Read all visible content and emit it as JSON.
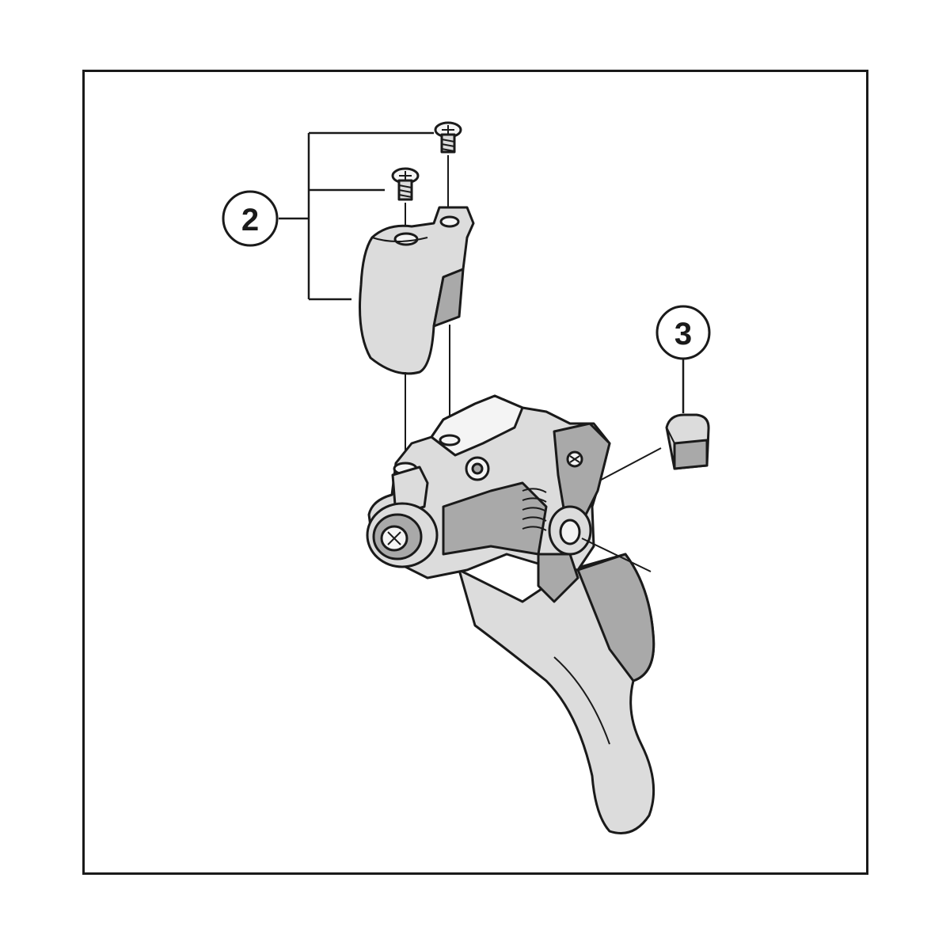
{
  "callouts": [
    {
      "id": "2",
      "label": "2"
    },
    {
      "id": "3",
      "label": "3"
    }
  ],
  "colors": {
    "line": "#1a1a1a",
    "part_fill": "#dcdcdc",
    "part_shadow": "#a9a9a9",
    "background": "#ffffff"
  }
}
